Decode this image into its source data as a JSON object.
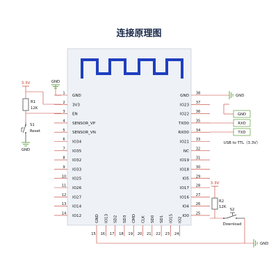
{
  "title": "连接原理图",
  "colors": {
    "module_fill": "#eef1f6",
    "wire_blue": "#1f3fbf",
    "red": "#c0392b",
    "green_wire": "#5a9e3a"
  },
  "left_pins": [
    {
      "num": "1",
      "label": "GND"
    },
    {
      "num": "2",
      "label": "3V3"
    },
    {
      "num": "3",
      "label": "EN"
    },
    {
      "num": "4",
      "label": "SENSOR_VP"
    },
    {
      "num": "5",
      "label": "SENSOR_VN"
    },
    {
      "num": "6",
      "label": "IO34"
    },
    {
      "num": "7",
      "label": "IO35"
    },
    {
      "num": "8",
      "label": "IO32"
    },
    {
      "num": "9",
      "label": "IO33"
    },
    {
      "num": "10",
      "label": "IO25"
    },
    {
      "num": "11",
      "label": "IO26"
    },
    {
      "num": "12",
      "label": "IO27"
    },
    {
      "num": "13",
      "label": "IO14"
    },
    {
      "num": "14",
      "label": "IO12"
    }
  ],
  "right_pins": [
    {
      "num": "38",
      "label": "GND"
    },
    {
      "num": "37",
      "label": "IO23"
    },
    {
      "num": "36",
      "label": "IO22"
    },
    {
      "num": "35",
      "label": "TXD0"
    },
    {
      "num": "34",
      "label": "RXD0"
    },
    {
      "num": "33",
      "label": "IO21"
    },
    {
      "num": "32",
      "label": "NC"
    },
    {
      "num": "31",
      "label": "IO19"
    },
    {
      "num": "30",
      "label": "IO18"
    },
    {
      "num": "29",
      "label": "IO5"
    },
    {
      "num": "28",
      "label": "IO17"
    },
    {
      "num": "27",
      "label": "IO16"
    },
    {
      "num": "26",
      "label": "IO4"
    },
    {
      "num": "25",
      "label": "IO0"
    }
  ],
  "bottom_pins": [
    {
      "num": "15",
      "label": "GND"
    },
    {
      "num": "16",
      "label": "IO13"
    },
    {
      "num": "17",
      "label": "SD2"
    },
    {
      "num": "18",
      "label": "SD3"
    },
    {
      "num": "19",
      "label": "CMD"
    },
    {
      "num": "20",
      "label": "CLK"
    },
    {
      "num": "21",
      "label": "SD0"
    },
    {
      "num": "22",
      "label": "SD1"
    },
    {
      "num": "23",
      "label": "IO15"
    },
    {
      "num": "24",
      "label": "IO2"
    }
  ],
  "left_circuit": {
    "vcc_label": "3.3V",
    "gnd_top_label": "GND",
    "r1_name": "R1",
    "r1_value": "12K",
    "s1_name": "S1",
    "s1_label": "Reset",
    "gnd_bottom_label": "GND"
  },
  "usb_ttl": {
    "gnd_top_label": "GND",
    "gnd_label": "GND",
    "rxd_label": "RXD",
    "txd_label": "TXD",
    "caption": "USB to TTL（3.3V）"
  },
  "download_circuit": {
    "vcc_label": "3.3V",
    "r2_name": "R2",
    "r2_value": "12K",
    "s2_name": "S2",
    "s2_label": "Download",
    "gnd_label": "GND"
  }
}
